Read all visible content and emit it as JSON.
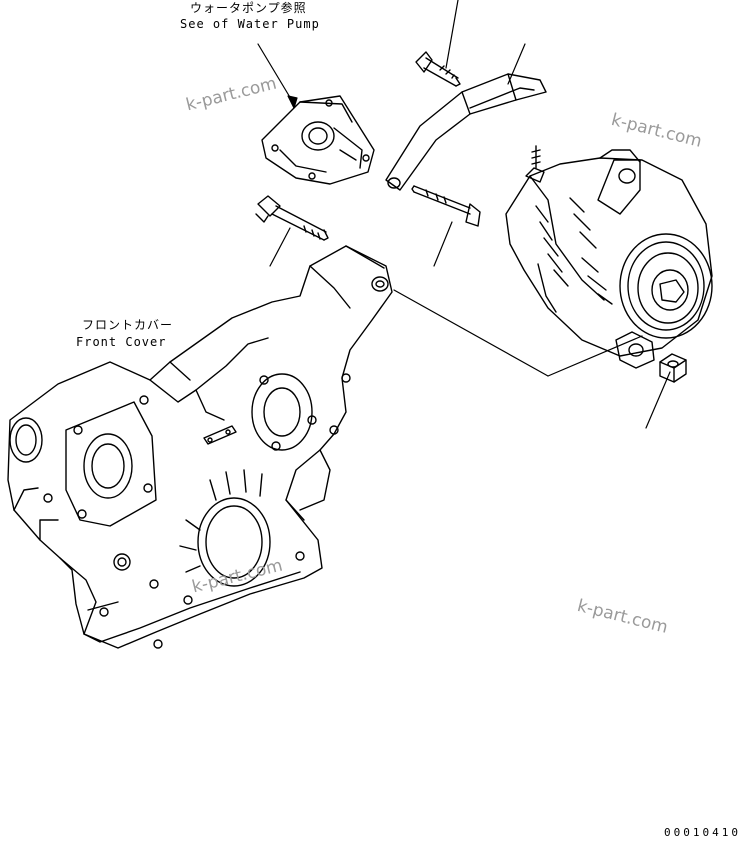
{
  "labels": {
    "water_pump_ref_jp": "ウォータポンプ参照",
    "water_pump_ref_en": "See of Water Pump",
    "front_cover_jp": "フロントカバー",
    "front_cover_en": "Front Cover"
  },
  "watermarks": [
    "k-part.com",
    "k-part.com",
    "k-part.com",
    "k-part.com"
  ],
  "drawing_number": "00010410"
}
